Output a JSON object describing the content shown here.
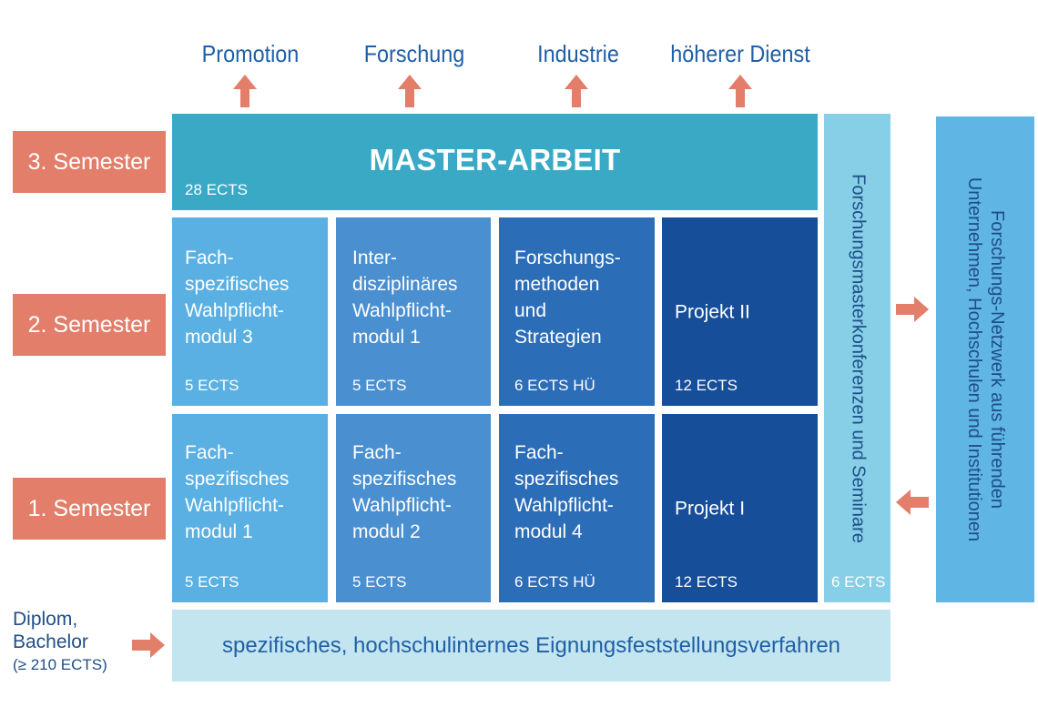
{
  "outcomes": [
    "Promotion",
    "Forschung",
    "Industrie",
    "höherer Dienst"
  ],
  "semesters": {
    "s3": "3. Semester",
    "s2": "2. Semester",
    "s1": "1. Semester"
  },
  "master": {
    "title": "MASTER-ARBEIT",
    "ects": "28 ECTS"
  },
  "semester2_modules": [
    {
      "name": "Fach-\nspezifisches\nWahlpflicht-\nmodul 3",
      "ects": "5 ECTS"
    },
    {
      "name": "Inter-\ndisziplinäres\nWahlpflicht-\nmodul 1",
      "ects": "5 ECTS"
    },
    {
      "name": "Forschungs-\nmethoden\nund\nStrategien",
      "ects": "6 ECTS HÜ"
    },
    {
      "name": "Projekt II",
      "ects": "12 ECTS"
    }
  ],
  "semester1_modules": [
    {
      "name": "Fach-\nspezifisches\nWahlpflicht-\nmodul 1",
      "ects": "5 ECTS"
    },
    {
      "name": "Fach-\nspezifisches\nWahlpflicht-\nmodul 2",
      "ects": "5 ECTS"
    },
    {
      "name": "Fach-\nspezifisches\nWahlpflicht-\nmodul 4",
      "ects": "6 ECTS HÜ"
    },
    {
      "name": "Projekt I",
      "ects": "12 ECTS"
    }
  ],
  "conferences": {
    "label": "Forschungsmasterkonferenzen und Seminare",
    "ects": "6 ECTS"
  },
  "network": {
    "line1": "Forschungs-Netzwerk aus führenden",
    "line2": "Unternehmen, Hochschulen und Institutionen"
  },
  "entry": {
    "line1": "Diplom,",
    "line2": "Bachelor",
    "line3": "(≥ 210 ECTS)"
  },
  "aptitude": "spezifisches, hochschulinternes Eignungsfeststellungsverfahren",
  "colors": {
    "semester": "#e27e6a",
    "arrow": "#e27e6a",
    "master": "#39a9c6",
    "module_col1": "#5ab0e2",
    "module_col2": "#4a8fd0",
    "module_col3": "#2c6db8",
    "module_col4": "#164e9a",
    "conferences": "#86cfe6",
    "network": "#5fb5e4",
    "aptitude": "#c3e5f0",
    "text_blue": "#1f5fa6"
  }
}
